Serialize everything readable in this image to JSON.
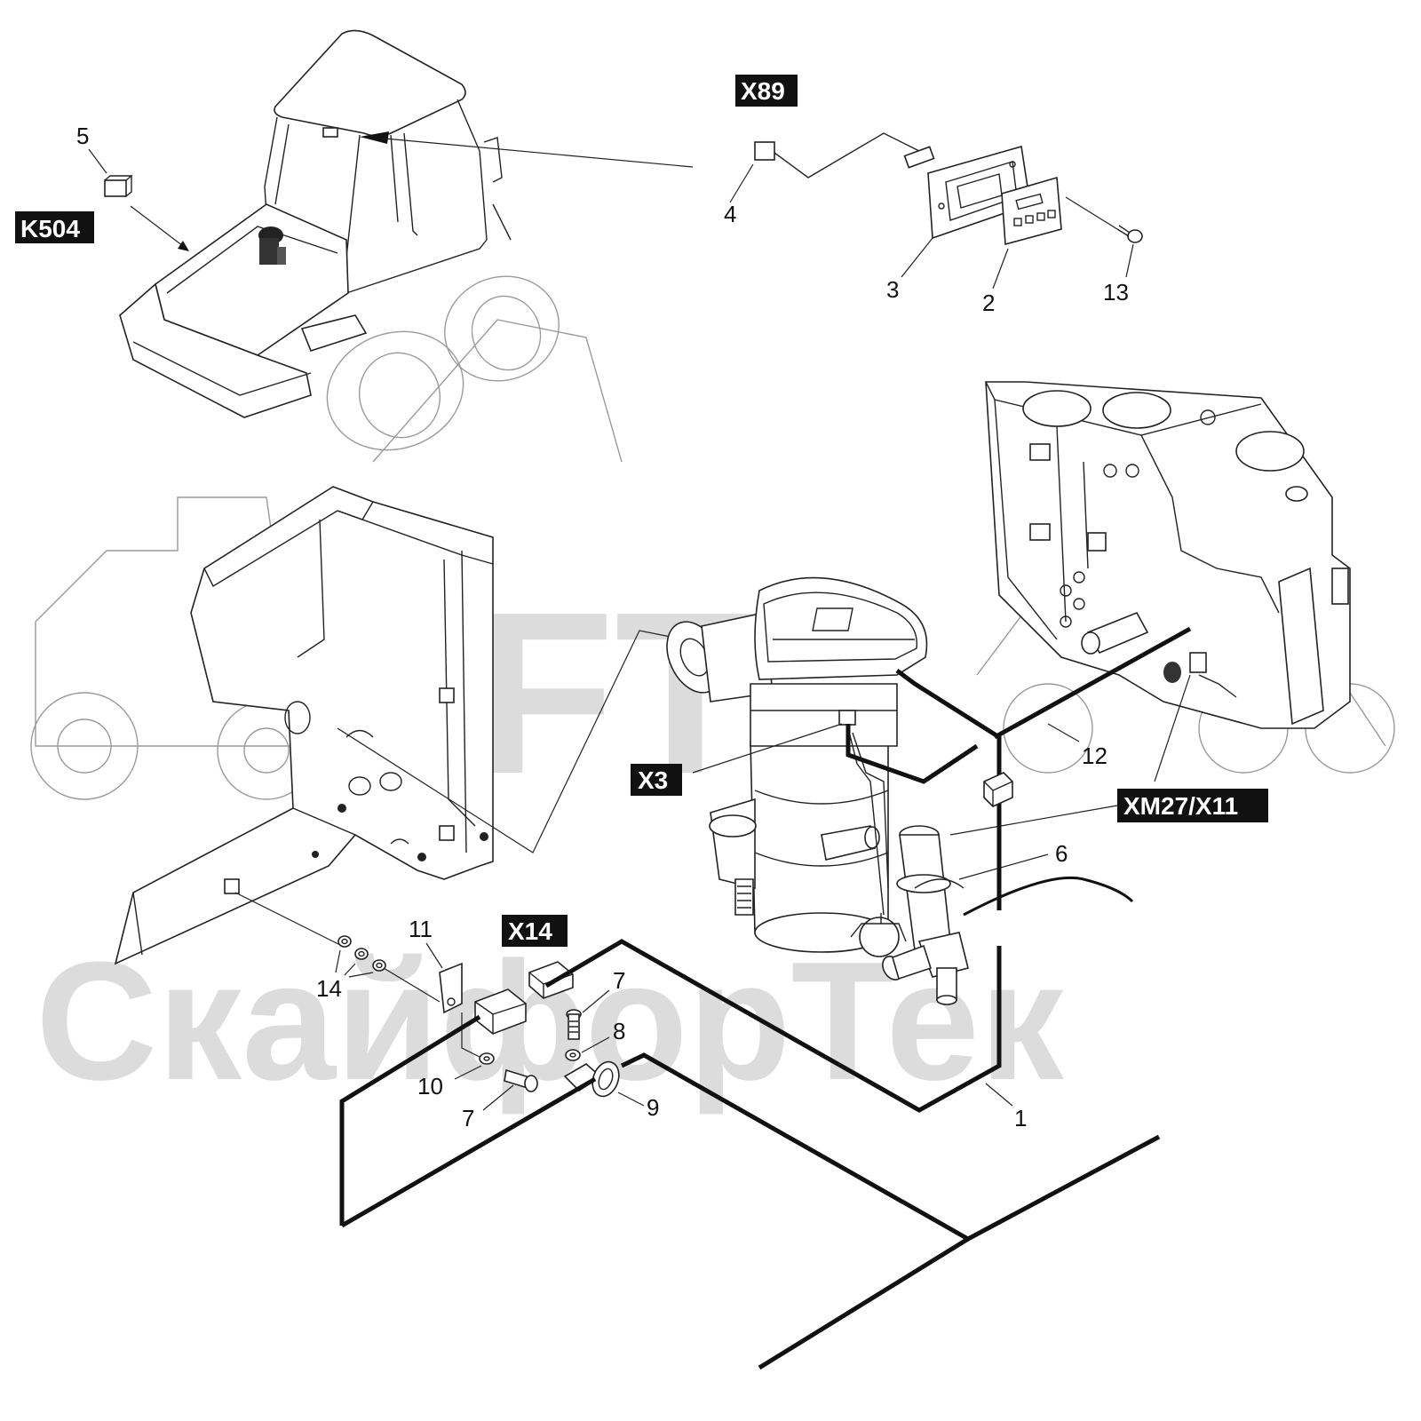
{
  "watermark": {
    "logo": "SFT",
    "company": "СкайфорТек",
    "color": "#dcdcdc"
  },
  "tags": {
    "k504": "K504",
    "x89": "X89",
    "x3": "X3",
    "x14": "X14",
    "xm27_x11": "XM27/X11"
  },
  "callouts": {
    "c5": "5",
    "c4": "4",
    "c3": "3",
    "c2": "2",
    "c13": "13",
    "c12": "12",
    "c6": "6",
    "c11": "11",
    "c14": "14",
    "c7a": "7",
    "c8": "8",
    "c10": "10",
    "c7b": "7",
    "c9": "9",
    "c1": "1"
  },
  "icons": {
    "loader": "wheel-loader-cab-icon",
    "heater": "coolant-heater-icon",
    "pump": "circulation-pump-icon",
    "panel": "control-panel-icon",
    "chassis": "chassis-frame-icon",
    "bracket": "mounting-bracket-icon"
  },
  "colors": {
    "line": "#111111",
    "tag_bg": "#111111",
    "tag_text": "#ffffff"
  }
}
